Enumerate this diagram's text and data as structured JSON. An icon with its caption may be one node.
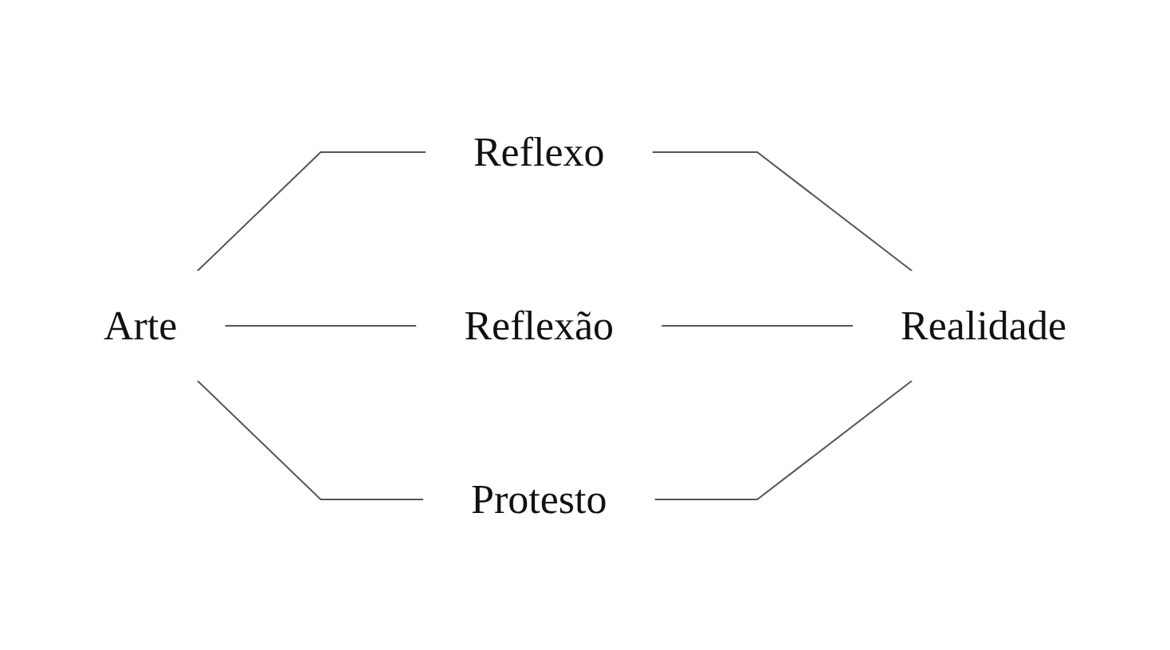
{
  "diagram": {
    "nodes": [
      {
        "text": [
          "Reflexo"
        ]
      },
      {
        "text": [
          "Arte"
        ]
      },
      {
        "text": [
          "Reflexão"
        ]
      },
      {
        "text": [
          "Realidade"
        ]
      },
      {
        "text": [
          "Protesto"
        ]
      }
    ],
    "edges": [
      {
        "from": 1,
        "to": 0,
        "arrow": "none"
      },
      {
        "from": 0,
        "to": 3,
        "arrow": "none"
      },
      {
        "from": 1,
        "to": 2,
        "arrow": "none"
      },
      {
        "from": 2,
        "to": 3,
        "arrow": "none"
      },
      {
        "from": 1,
        "to": 4,
        "arrow": "none"
      },
      {
        "from": 4,
        "to": 3,
        "arrow": "none"
      }
    ]
  }
}
